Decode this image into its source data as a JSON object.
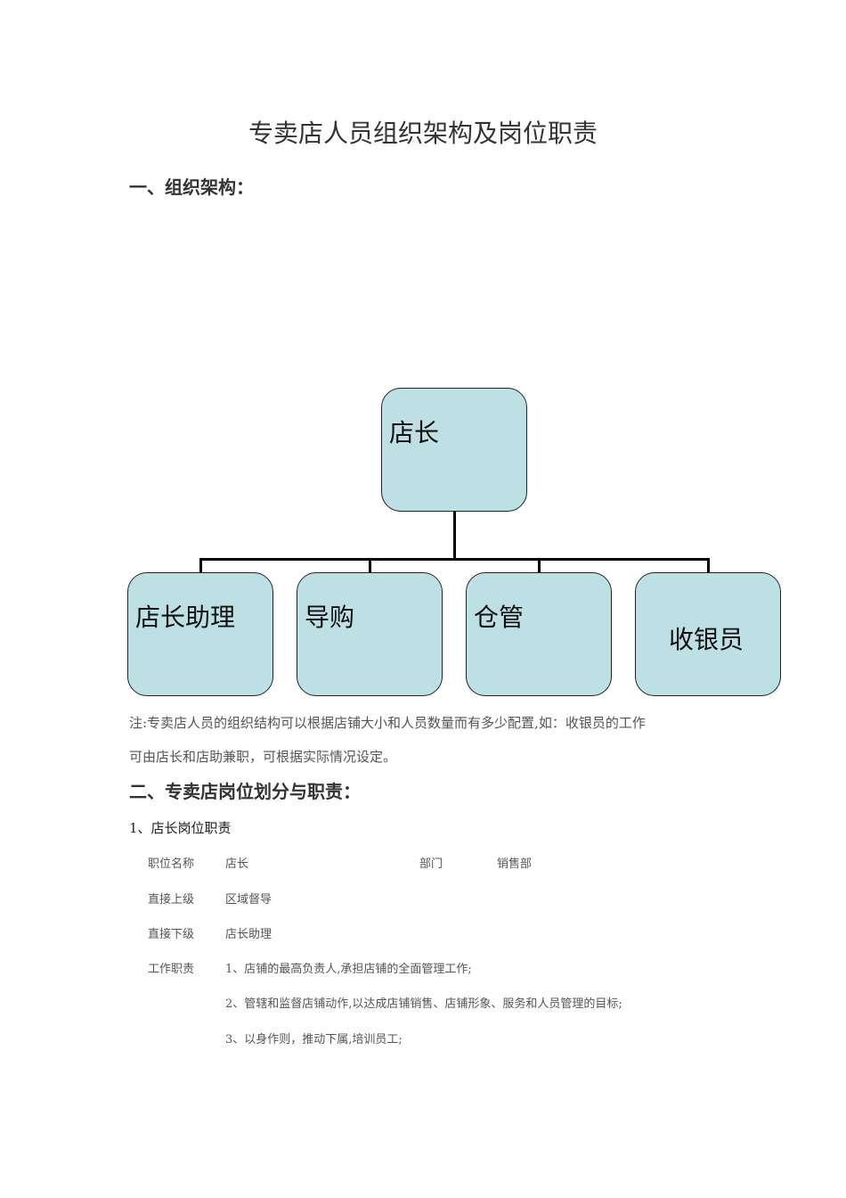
{
  "doc": {
    "title": "专卖店人员组织架构及岗位职责",
    "section1": "一、组织架构：",
    "org": {
      "top": "店长",
      "children": [
        "店长助理",
        "导购",
        "仓管",
        "收银员"
      ],
      "box_color": "#bde0e4"
    },
    "note_line1": "注:专卖店人员的组织结构可以根据店铺大小和人员数量而有多少配置,如：收银员的工作",
    "note_line2": "可由店长和店助兼职，可根据实际情况设定。",
    "section2": "二、专卖店岗位划分与职责：",
    "sub1": "1、店长岗位职责",
    "table": {
      "pos_label": "职位名称",
      "pos_value": "店长",
      "dept_label": "部门",
      "dept_value": "销售部",
      "superior_label": "直接上级",
      "superior_value": "区域督导",
      "subordinate_label": "直接下级",
      "subordinate_value": "店长助理",
      "duty_label": "工作职责",
      "duties": [
        "1、店铺的最高负责人,承担店铺的全面管理工作;",
        "2、管辖和监督店铺动作,以达成店铺销售、店铺形象、服务和人员管理的目标;",
        "3、以身作则，推动下属,培训员工;"
      ]
    }
  }
}
